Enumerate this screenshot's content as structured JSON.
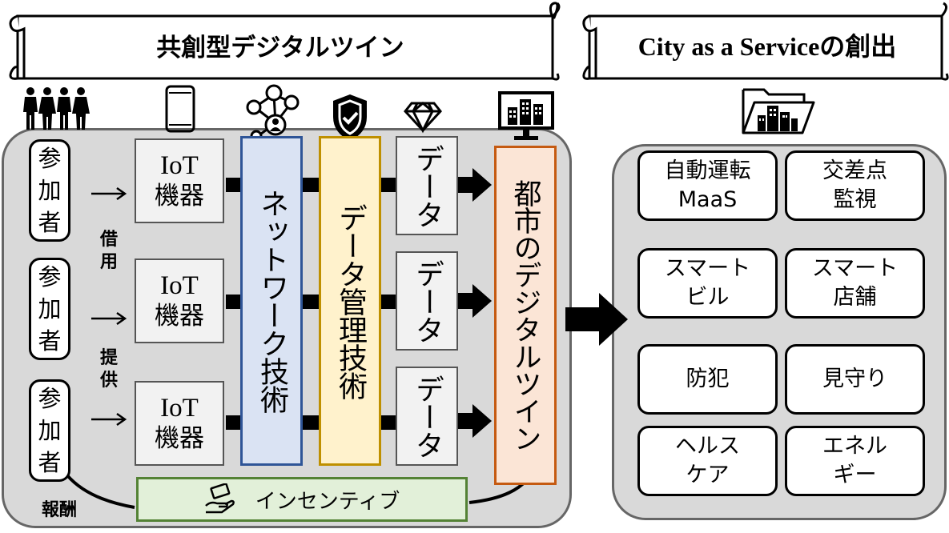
{
  "titles": {
    "left": "共創型デジタルツイン",
    "right": "City as a Serviceの創出"
  },
  "participants": [
    {
      "chars": [
        "参",
        "加",
        "者"
      ]
    },
    {
      "chars": [
        "参",
        "加",
        "者"
      ]
    },
    {
      "chars": [
        "参",
        "加",
        "者"
      ]
    }
  ],
  "labels": {
    "lend": [
      "借",
      "用"
    ],
    "provide": [
      "提",
      "供"
    ],
    "reward": "報酬"
  },
  "iot_devices": [
    {
      "line1": "IoT",
      "line2": "機器"
    },
    {
      "line1": "IoT",
      "line2": "機器"
    },
    {
      "line1": "IoT",
      "line2": "機器"
    }
  ],
  "network": "ネットワーク技術",
  "data_management": "データ管理技術",
  "data_items": [
    "データ",
    "データ",
    "データ"
  ],
  "city_twin": "都市のデジタルツイン",
  "incentive": "インセンティブ",
  "services": [
    {
      "line1": "自動運転",
      "line2": "MaaS"
    },
    {
      "line1": "交差点",
      "line2": "監視"
    },
    {
      "line1": "スマート",
      "line2": "ビル"
    },
    {
      "line1": "スマート",
      "line2": "店舗"
    },
    {
      "line1": "防犯",
      "line2": ""
    },
    {
      "line1": "見守り",
      "line2": ""
    },
    {
      "line1": "ヘルス",
      "line2": "ケア"
    },
    {
      "line1": "エネル",
      "line2": "ギー"
    }
  ],
  "icons": {
    "people": "people-group-icon",
    "device": "smartphone-icon",
    "network": "network-nodes-icon",
    "security": "shield-check-icon",
    "value": "diamond-icon",
    "city": "city-monitor-icon",
    "service_folder": "city-folder-icon",
    "incentive": "money-hand-icon"
  }
}
